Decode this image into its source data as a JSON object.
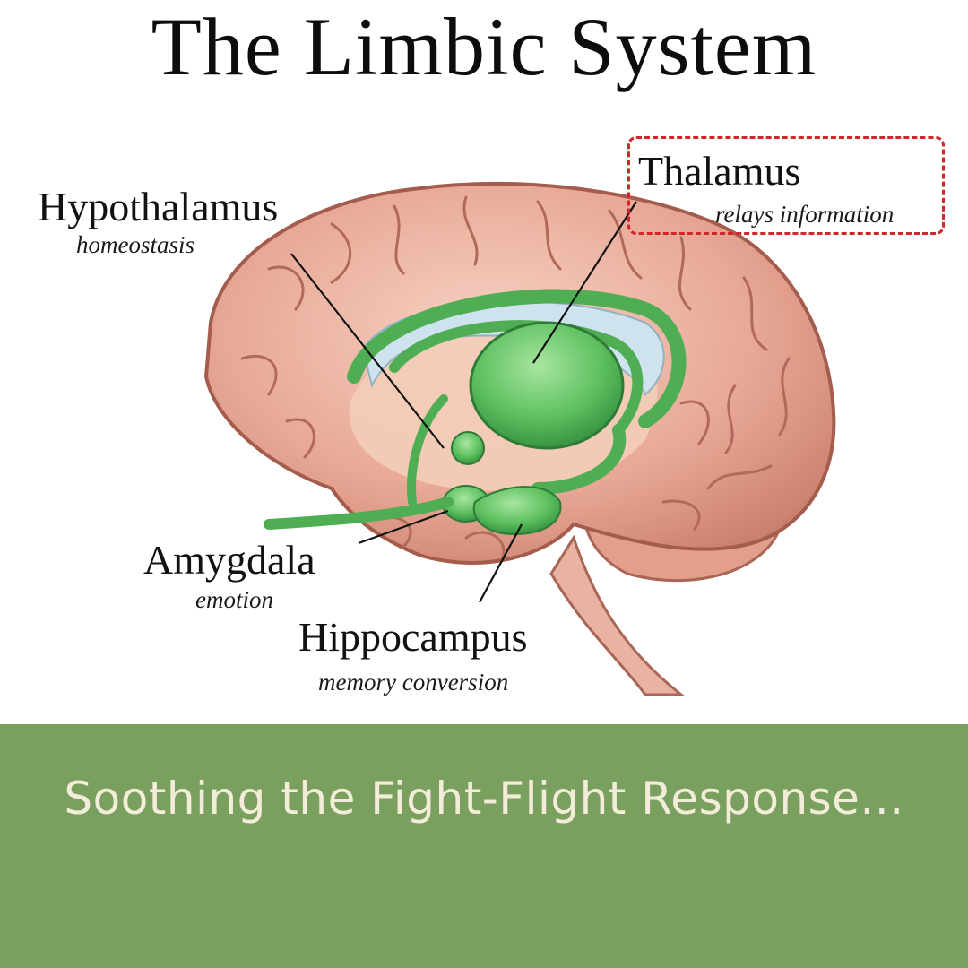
{
  "title": "The Limbic System",
  "labels": {
    "hypothalamus": {
      "name": "Hypothalamus",
      "function": "homeostasis"
    },
    "thalamus": {
      "name": "Thalamus",
      "function": "relays information"
    },
    "amygdala": {
      "name": "Amygdala",
      "function": "emotion"
    },
    "hippocampus": {
      "name": "Hippocampus",
      "function": "memory conversion"
    }
  },
  "banner": {
    "text": "Soothing the Fight-Flight Response..."
  },
  "colors": {
    "brain": "#e8a896",
    "limbic": "#5cbf5e",
    "ventricle": "#cfe3ee",
    "highlight": "#d0262c",
    "banner": "#7aa060",
    "banner_text": "#f3ecd9"
  }
}
